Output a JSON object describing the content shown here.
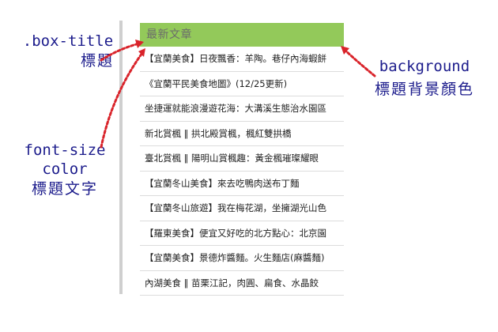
{
  "box": {
    "title": "最新文章",
    "title_background": "#93c95a",
    "title_color": "#6b6b6b",
    "posts": [
      "【宜蘭美食】日夜飄香：羊陶。巷仔內海蝦餅",
      "《宜蘭平民美食地圖》(12/25更新)",
      "坐捷運就能浪漫遊花海：大溝溪生態治水園區",
      "新北賞楓 ‖ 拱北殿賞楓，楓紅雙拱橋",
      "臺北賞楓 ‖ 陽明山賞楓趣：黃金楓璀璨耀眼",
      "【宜蘭冬山美食】來去吃鴨肉送布丁麵",
      "【宜蘭冬山旅遊】我在梅花湖，坐擁湖光山色",
      "【羅東美食】便宜又好吃的北方點心：北京園",
      "【宜蘭美食】景德炸醬麵。火生麵店(麻醬麵)",
      "內湖美食 ‖ 苗栗江記，肉圓、扁食、水晶餃"
    ]
  },
  "annotations": {
    "box_title": {
      "code": ".box-title",
      "desc": "標題"
    },
    "font": {
      "line1": "font-size",
      "line2": "color",
      "desc": "標題文字"
    },
    "background": {
      "code": "background",
      "desc": "標題背景顏色"
    },
    "arrow_color": "#d9232a",
    "text_color": "#1c1c8c"
  }
}
